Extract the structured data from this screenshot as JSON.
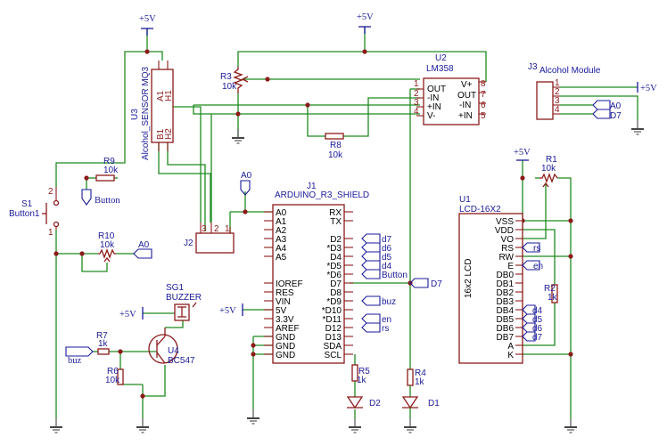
{
  "power": {
    "label": "+5V"
  },
  "ground": {
    "name": "ground"
  },
  "u2": {
    "ref": "U2",
    "part": "LM358",
    "pins_left": [
      "OUT",
      "-IN",
      "+IN",
      "V-"
    ],
    "nums_left": [
      "1",
      "2",
      "3",
      "4"
    ],
    "pins_right": [
      "V+",
      "OUT",
      "-IN",
      "+IN"
    ],
    "nums_right": [
      "8",
      "7",
      "6",
      "5"
    ]
  },
  "u3": {
    "ref": "U3",
    "part": "Alcohol_SENSOR MQ3",
    "pin_a1": "A1",
    "pin_h1": "H1",
    "pin_b1": "B1",
    "pin_h2": "H2"
  },
  "r3": {
    "ref": "R3",
    "value": "10k"
  },
  "r8": {
    "ref": "R8",
    "value": "10k"
  },
  "r9": {
    "ref": "R9",
    "value": "10k"
  },
  "r10": {
    "ref": "R10",
    "value": "10k"
  },
  "r1": {
    "ref": "R1",
    "value": "10k"
  },
  "r2": {
    "ref": "R2",
    "value": "1k"
  },
  "r7": {
    "ref": "R7",
    "value": "1k"
  },
  "r6": {
    "ref": "R6",
    "value": "10k"
  },
  "r5": {
    "ref": "R5",
    "value": "1k"
  },
  "r4": {
    "ref": "R4",
    "value": "1k"
  },
  "d1": {
    "ref": "D1"
  },
  "d2": {
    "ref": "D2"
  },
  "s1": {
    "ref": "S1",
    "name": "Button1",
    "pin1": "1",
    "pin2": "2"
  },
  "j1": {
    "ref": "J1",
    "part": "ARDUINO_R3_SHIELD",
    "left_pins": [
      "A0",
      "A1",
      "A2",
      "A3",
      "A4",
      "A5",
      "IOREF",
      "RES",
      "VIN",
      "5V",
      "3.3V",
      "AREF",
      "GND",
      "GND",
      "GND"
    ],
    "right_pins": [
      "RX",
      "TX",
      "D2",
      "*D3",
      "D4",
      "*D5",
      "*D6",
      "D7",
      "D8",
      "*D9",
      "*D10",
      "*D11",
      "D12",
      "D13",
      "SDA",
      "SCL"
    ]
  },
  "j2": {
    "ref": "J2",
    "pins": [
      "3",
      "2",
      "1"
    ]
  },
  "j3": {
    "ref": "J3",
    "name": "Alcohol Module",
    "pins": [
      "1",
      "2",
      "3",
      "4"
    ]
  },
  "u1": {
    "ref": "U1",
    "part": "LCD-16X2",
    "body_label": "16x2 LCD",
    "pins": [
      "VSS",
      "VDD",
      "VO",
      "RS",
      "RW",
      "E",
      "DB0",
      "DB1",
      "DB2",
      "DB3",
      "DB4",
      "DB5",
      "DB6",
      "DB7",
      "A",
      "K"
    ]
  },
  "sg1": {
    "ref": "SG1",
    "part": "BUZZER"
  },
  "u4": {
    "ref": "U4",
    "part": "BC547"
  },
  "net_labels": {
    "a0": "A0",
    "d7": "D7",
    "button": "Button",
    "buz": "buz",
    "d7_low": "d7",
    "d6": "d6",
    "d5": "d5",
    "d4": "d4",
    "en": "en",
    "rs": "rs"
  }
}
